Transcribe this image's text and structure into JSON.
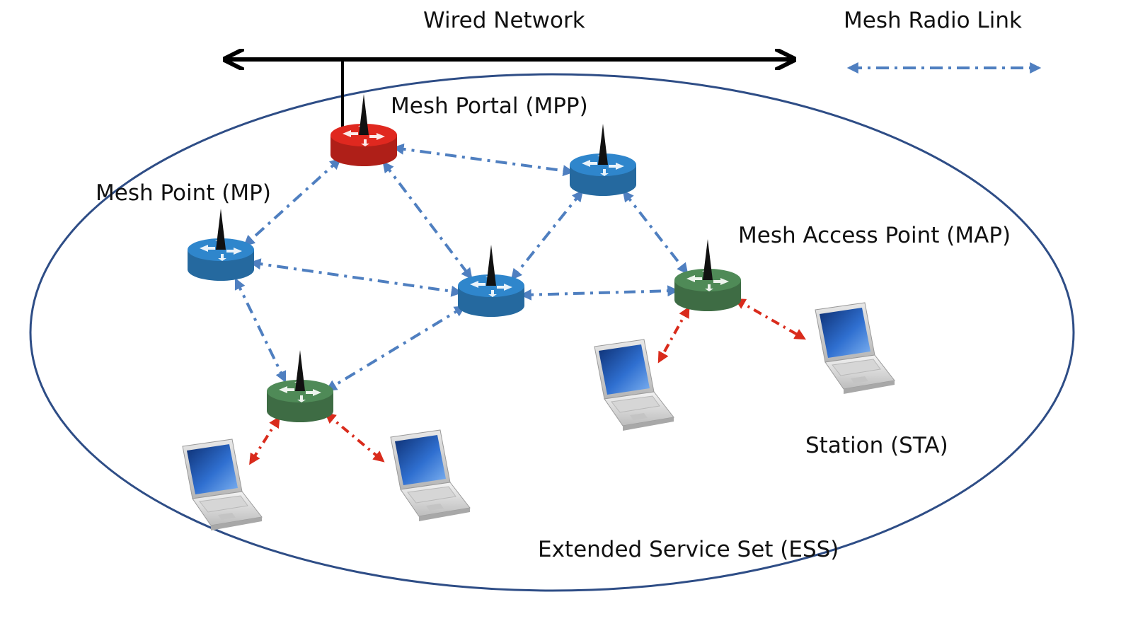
{
  "labels": {
    "wired_network": "Wired Network",
    "mesh_radio_link": "Mesh Radio Link",
    "mesh_portal": "Mesh Portal (MPP)",
    "mesh_point": "Mesh Point (MP)",
    "mesh_access_point": "Mesh Access Point (MAP)",
    "station": "Station (STA)",
    "ess": "Extended Service Set (ESS)"
  },
  "colors": {
    "wired_line": "#000000",
    "mesh_link": "#4f7fc0",
    "station_link": "#d92b1c",
    "ellipse": "#2e4d86",
    "portal_router": "#e0281f",
    "mesh_router": "#2f86cc",
    "access_router": "#4f8a57"
  },
  "nodes": [
    {
      "id": "mpp",
      "type": "portal",
      "label_ref": "mesh_portal"
    },
    {
      "id": "mp-top-right",
      "type": "mesh"
    },
    {
      "id": "mp-left",
      "type": "mesh",
      "label_ref": "mesh_point"
    },
    {
      "id": "mp-center",
      "type": "mesh"
    },
    {
      "id": "map-right",
      "type": "access",
      "label_ref": "mesh_access_point"
    },
    {
      "id": "map-left",
      "type": "access"
    },
    {
      "id": "sta-1",
      "type": "station"
    },
    {
      "id": "sta-2",
      "type": "station"
    },
    {
      "id": "sta-3",
      "type": "station"
    },
    {
      "id": "sta-4",
      "type": "station",
      "label_ref": "station"
    }
  ],
  "links": [
    {
      "from": "mpp",
      "to": "mp-top-right",
      "kind": "mesh"
    },
    {
      "from": "mpp",
      "to": "mp-left",
      "kind": "mesh"
    },
    {
      "from": "mpp",
      "to": "mp-center",
      "kind": "mesh"
    },
    {
      "from": "mp-top-right",
      "to": "mp-center",
      "kind": "mesh"
    },
    {
      "from": "mp-top-right",
      "to": "map-right",
      "kind": "mesh"
    },
    {
      "from": "mp-left",
      "to": "mp-center",
      "kind": "mesh"
    },
    {
      "from": "mp-left",
      "to": "map-left",
      "kind": "mesh"
    },
    {
      "from": "mp-center",
      "to": "map-left",
      "kind": "mesh"
    },
    {
      "from": "mp-center",
      "to": "map-right",
      "kind": "mesh"
    },
    {
      "from": "map-right",
      "to": "sta-1",
      "kind": "station"
    },
    {
      "from": "map-right",
      "to": "sta-2",
      "kind": "station"
    },
    {
      "from": "map-left",
      "to": "sta-3",
      "kind": "station"
    },
    {
      "from": "map-left",
      "to": "sta-4",
      "kind": "station"
    }
  ]
}
